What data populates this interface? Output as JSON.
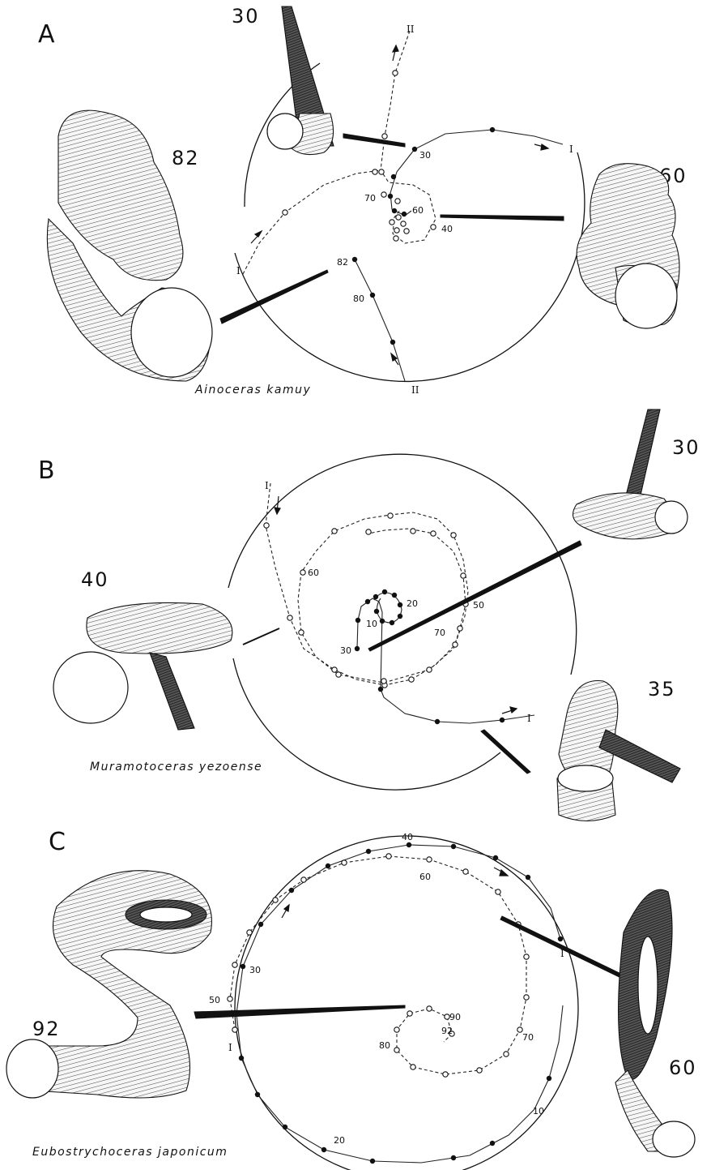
{
  "figure": {
    "panels": [
      {
        "id": "A",
        "label": "A",
        "species": "Ainoceras kamuy",
        "drawing_labels": [
          "30",
          "82",
          "60"
        ],
        "point_labels": [
          "30",
          "70",
          "60",
          "40",
          "82",
          "80"
        ],
        "roman_labels": [
          "II",
          "I",
          "I",
          "II"
        ]
      },
      {
        "id": "B",
        "label": "B",
        "species": "Muramotoceras yezoense",
        "drawing_labels": [
          "30",
          "40",
          "35"
        ],
        "point_labels": [
          "60",
          "20",
          "10",
          "30",
          "50",
          "70"
        ],
        "roman_labels": [
          "I",
          "I"
        ]
      },
      {
        "id": "C",
        "label": "C",
        "species": "Eubostrychoceras japonicum",
        "drawing_labels": [
          "92",
          "60"
        ],
        "point_labels": [
          "40",
          "60",
          "30",
          "50",
          "90",
          "92",
          "80",
          "70",
          "10",
          "20"
        ],
        "roman_labels": [
          "I",
          "I"
        ]
      }
    ]
  }
}
